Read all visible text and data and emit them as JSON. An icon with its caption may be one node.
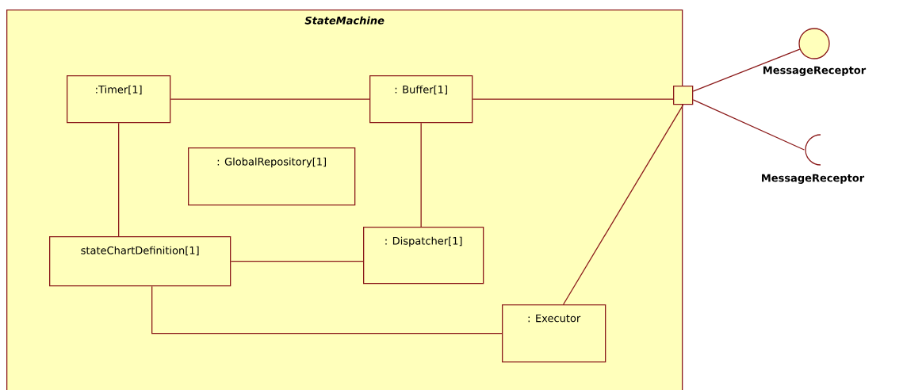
{
  "diagram": {
    "nodes": [
      {
        "text": [
          "StateMachine"
        ]
      },
      {
        "text": [
          ":Timer[1]"
        ],
        "in": 0
      },
      {
        "text": [
          ": Buffer[1]"
        ],
        "in": 0
      },
      {
        "text": [
          ": GlobalRepository[1]"
        ],
        "in": 0
      },
      {
        "text": [
          "stateChartDefinition[1]"
        ],
        "in": 0
      },
      {
        "text": [
          ": Dispatcher[1]"
        ],
        "in": 0
      },
      {
        "text": [
          ": Executor"
        ],
        "in": 0
      },
      {
        "text": [],
        "shape": "box"
      },
      {
        "text": [],
        "shape": "circle",
        "beside": [
          "MessageReceptor"
        ]
      },
      {
        "text": [],
        "shape": "socket",
        "beside": [
          "MessageReceptor"
        ]
      }
    ],
    "edges": [
      {
        "from": 1,
        "to": 2,
        "arrow": "none"
      },
      {
        "from": 1,
        "to": 4,
        "arrow": "none"
      },
      {
        "from": 2,
        "to": 5,
        "arrow": "none"
      },
      {
        "from": 4,
        "to": 5,
        "arrow": "none"
      },
      {
        "from": 4,
        "to": 6,
        "arrow": "none"
      },
      {
        "from": 2,
        "to": 7,
        "arrow": "none"
      },
      {
        "from": 6,
        "to": 7,
        "arrow": "none"
      },
      {
        "from": 7,
        "to": 8,
        "arrow": "none"
      },
      {
        "from": 7,
        "to": 9,
        "arrow": "none"
      }
    ]
  }
}
